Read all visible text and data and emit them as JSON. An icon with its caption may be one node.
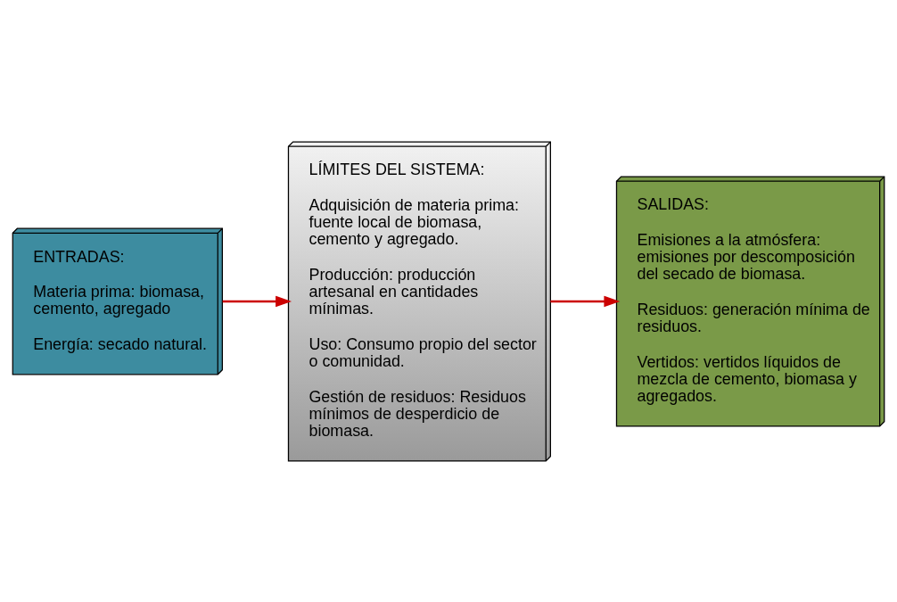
{
  "diagram": {
    "nodes": [
      {
        "text": [
          "ENTRADAS:",
          "Materia prima: biomasa, cemento, agregado",
          "Energía: secado natural."
        ]
      },
      {
        "text": [
          "LÍMITES DEL SISTEMA:",
          "Adquisición de materia prima: fuente local de biomasa, cemento y agregado.",
          "Producción: producción artesanal en cantidades mínimas.",
          "Uso: Consumo propio del sector o comunidad.",
          "Gestión de residuos: Residuos mínimos de desperdicio de biomasa."
        ]
      },
      {
        "text": [
          "SALIDAS:",
          "Emisiones a la atmósfera: emisiones por descomposición del secado de biomasa.",
          "Residuos: generación mínima de residuos.",
          "Vertidos: vertidos líquidos de mezcla de cemento, biomasa y agregados."
        ]
      }
    ],
    "edges": [
      {
        "from": 0,
        "to": 1,
        "arrow": "to",
        "color": "#cc0000"
      },
      {
        "from": 1,
        "to": 2,
        "arrow": "to",
        "color": "#cc0000"
      }
    ]
  }
}
